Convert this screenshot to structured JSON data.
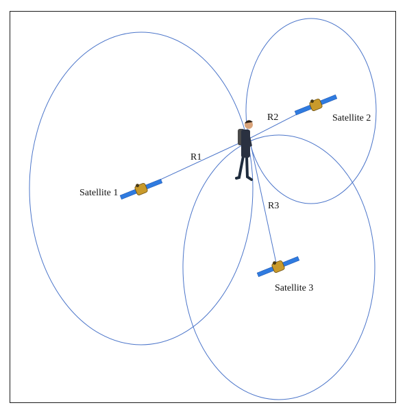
{
  "diagram": {
    "satellites": [
      {
        "label": "Satellite 1",
        "range_label": "R1"
      },
      {
        "label": "Satellite 2",
        "range_label": "R2"
      },
      {
        "label": "Satellite 3",
        "range_label": "R3"
      }
    ]
  },
  "colors": {
    "range_lines": "#4a74c9",
    "solar_panel": "#2f7be0",
    "satellite_body": "#c99a2b"
  },
  "icons": [
    "satellite-icon",
    "person-with-backpack-icon"
  ]
}
